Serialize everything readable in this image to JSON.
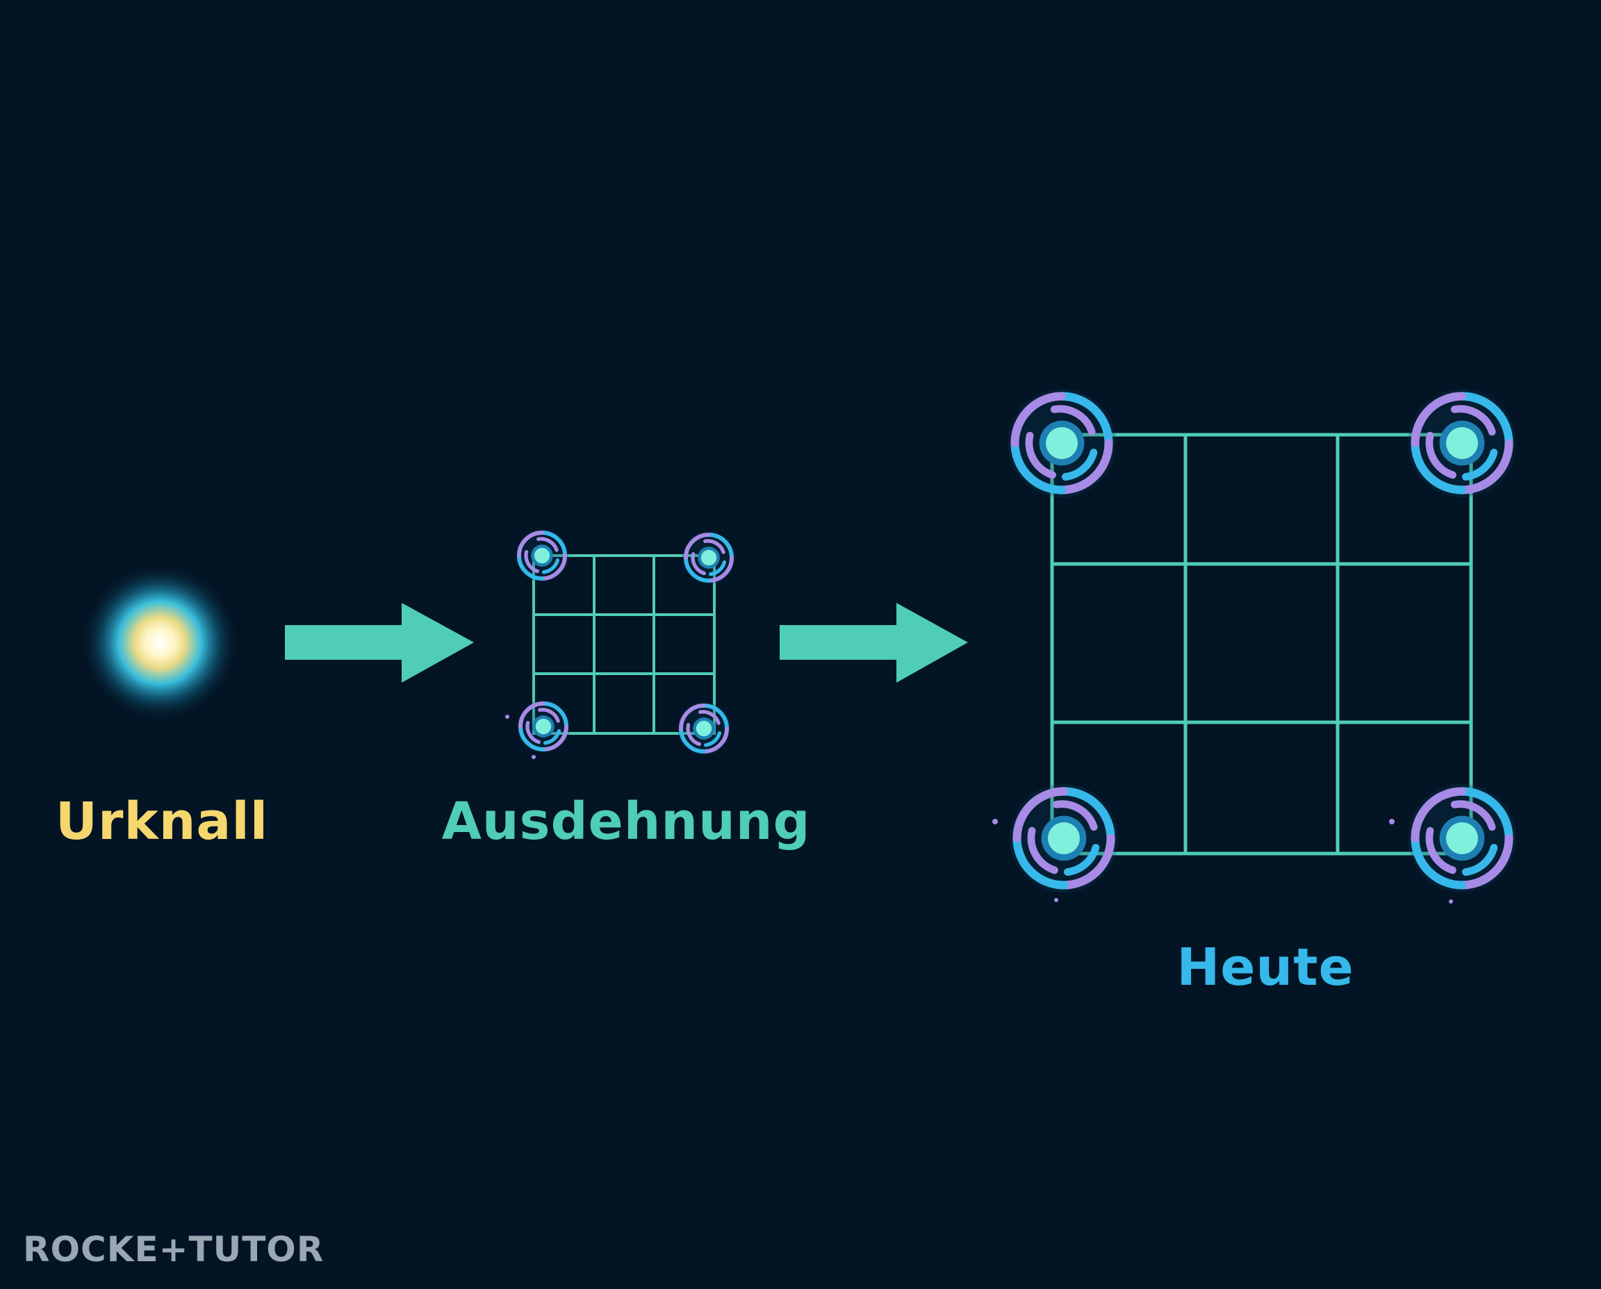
{
  "stages": {
    "bigbang_label": "Urknall",
    "expansion_label": "Ausdehnung",
    "today_label": "Heute"
  },
  "brand": {
    "logo_text": "ROCKE+TUTOR"
  },
  "colors": {
    "background": "#031424",
    "arrow": "#4fcdb6",
    "grid": "#4fcdb6",
    "bigbang_label": "#f5d76e",
    "expansion_label": "#4fcdb6",
    "today_label": "#36b8ea",
    "galaxy_blue": "#36b8ea",
    "galaxy_purple": "#a78be6",
    "galaxy_core": "#7ff0dc"
  },
  "icons": {
    "bigbang": "glowing-light-orb",
    "galaxy": "spiral-galaxy-icon",
    "arrow": "right-arrow"
  }
}
